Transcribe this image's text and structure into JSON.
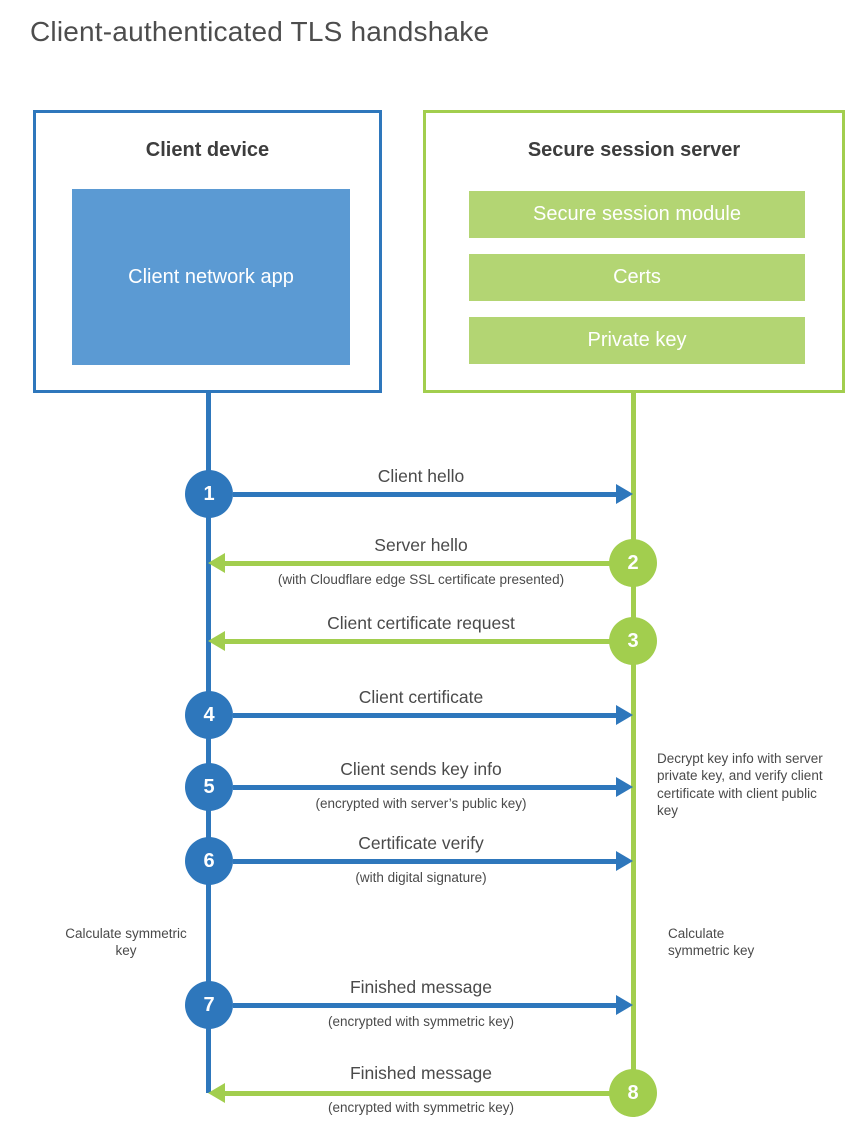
{
  "title": "Client-authenticated TLS handshake",
  "colors": {
    "client_blue": "#2e77bc",
    "client_fill_blue": "#5b9ad3",
    "server_green": "#a2ce4e",
    "server_fill_green": "#b3d573",
    "text_gray": "#4a4a4a"
  },
  "client": {
    "title": "Client device",
    "app_label": "Client network app"
  },
  "server": {
    "title": "Secure session server",
    "modules": [
      "Secure session module",
      "Certs",
      "Private key"
    ]
  },
  "steps": [
    {
      "num": "1",
      "from": "client",
      "to": "server",
      "label": "Client hello",
      "sublabel": ""
    },
    {
      "num": "2",
      "from": "server",
      "to": "client",
      "label": "Server hello",
      "sublabel": "(with Cloudflare edge SSL certificate presented)"
    },
    {
      "num": "3",
      "from": "server",
      "to": "client",
      "label": "Client certificate request",
      "sublabel": ""
    },
    {
      "num": "4",
      "from": "client",
      "to": "server",
      "label": "Client certificate",
      "sublabel": ""
    },
    {
      "num": "5",
      "from": "client",
      "to": "server",
      "label": "Client sends key info",
      "sublabel": "(encrypted with server’s public key)"
    },
    {
      "num": "6",
      "from": "client",
      "to": "server",
      "label": "Certificate verify",
      "sublabel": "(with digital signature)"
    },
    {
      "num": "7",
      "from": "client",
      "to": "server",
      "label": "Finished message",
      "sublabel": "(encrypted with symmetric key)"
    },
    {
      "num": "8",
      "from": "server",
      "to": "client",
      "label": "Finished message",
      "sublabel": "(encrypted with symmetric key)"
    }
  ],
  "notes": {
    "server_decrypt": "Decrypt key info with server private key, and verify client certificate with client public key",
    "client_calculate": "Calculate symmetric key",
    "server_calculate": "Calculate symmetric key"
  }
}
